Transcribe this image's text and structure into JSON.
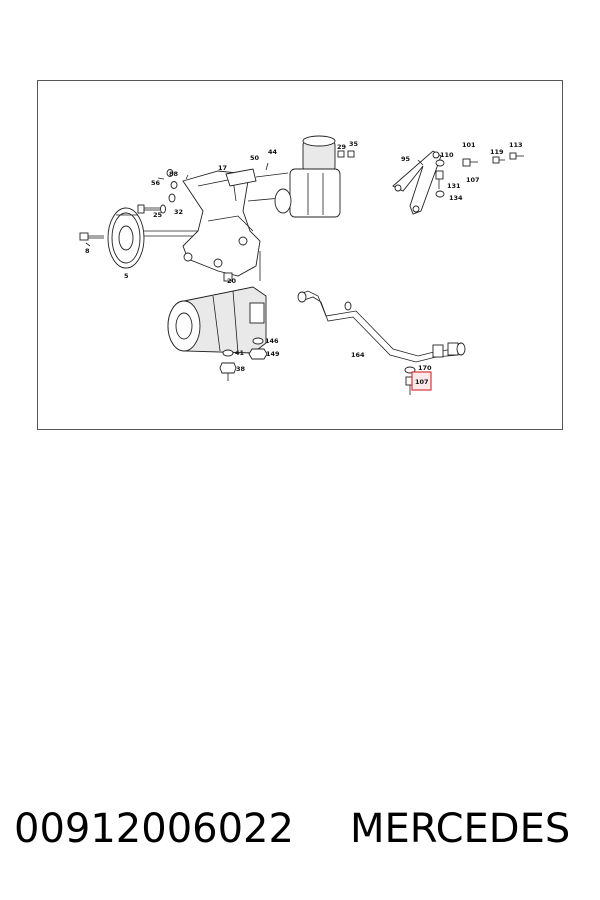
{
  "diagram": {
    "labels": {
      "l8": "8",
      "l5": "5",
      "l56": "56",
      "l88": "88",
      "l25": "25",
      "l32": "32",
      "l17": "17",
      "l50": "50",
      "l44": "44",
      "l29": "29",
      "l35": "35",
      "l20": "20",
      "l95": "95",
      "l101": "101",
      "l110": "110",
      "l107a": "107",
      "l131": "131",
      "l134": "134",
      "l119": "119",
      "l113": "113",
      "l146": "146",
      "l149": "149",
      "l41": "41",
      "l38": "38",
      "l164": "164",
      "l170": "170",
      "l107b": "107"
    },
    "highlight_color": "#d9363e"
  },
  "footer": {
    "part_number": "00912006022",
    "brand": "MERCEDES"
  }
}
